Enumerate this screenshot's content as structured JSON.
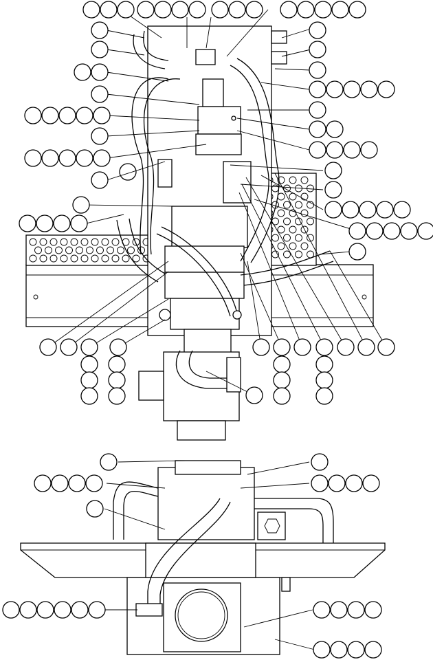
{
  "figure": {
    "top_view": {
      "name": "upper-assembly-view"
    },
    "side_view": {
      "name": "lower-assembly-view"
    }
  },
  "callout_groups": [
    {
      "id": "top-row-a",
      "bubbles": 3
    },
    {
      "id": "top-row-b",
      "bubbles": 4
    },
    {
      "id": "top-row-c",
      "bubbles": 3
    },
    {
      "id": "top-row-d",
      "bubbles": 5
    }
  ],
  "colors": {
    "line": "#000000",
    "background": "#ffffff"
  }
}
